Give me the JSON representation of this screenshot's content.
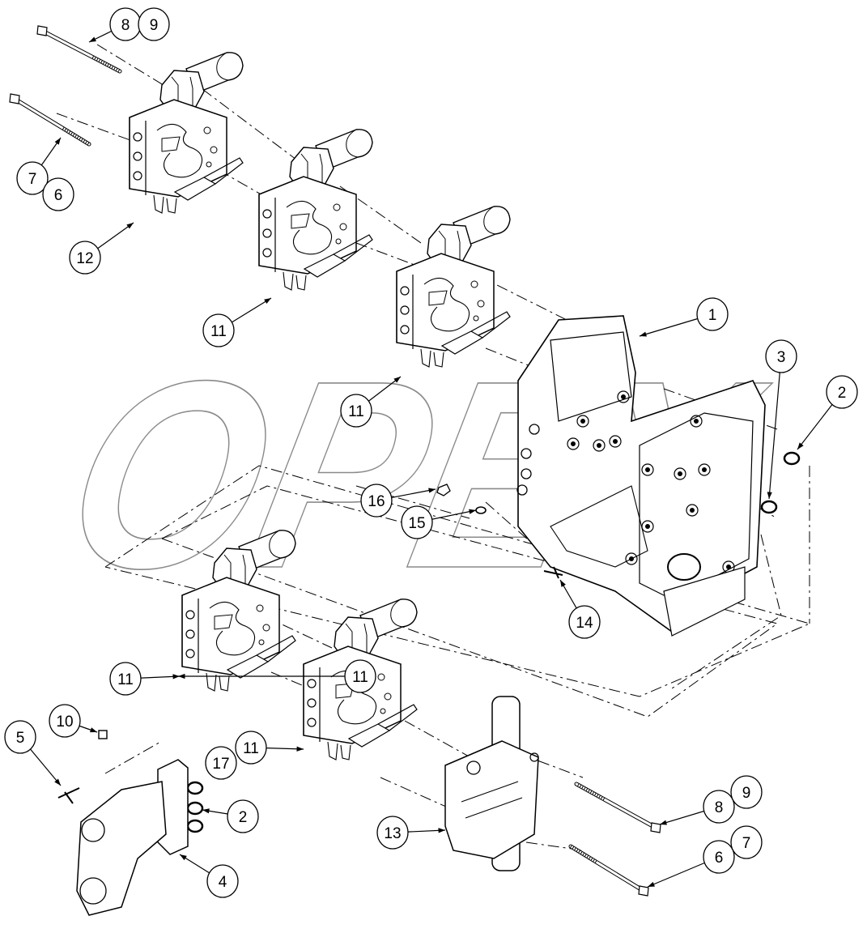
{
  "diagram": {
    "watermark_text": "OPEX",
    "corner_code": "",
    "callouts": [
      "8",
      "9",
      "7",
      "6",
      "12",
      "11",
      "11",
      "11",
      "1",
      "2",
      "3",
      "16",
      "15",
      "14",
      "11",
      "10",
      "5",
      "2",
      "17",
      "11",
      "4",
      "13",
      "8",
      "9",
      "6",
      "7"
    ]
  }
}
